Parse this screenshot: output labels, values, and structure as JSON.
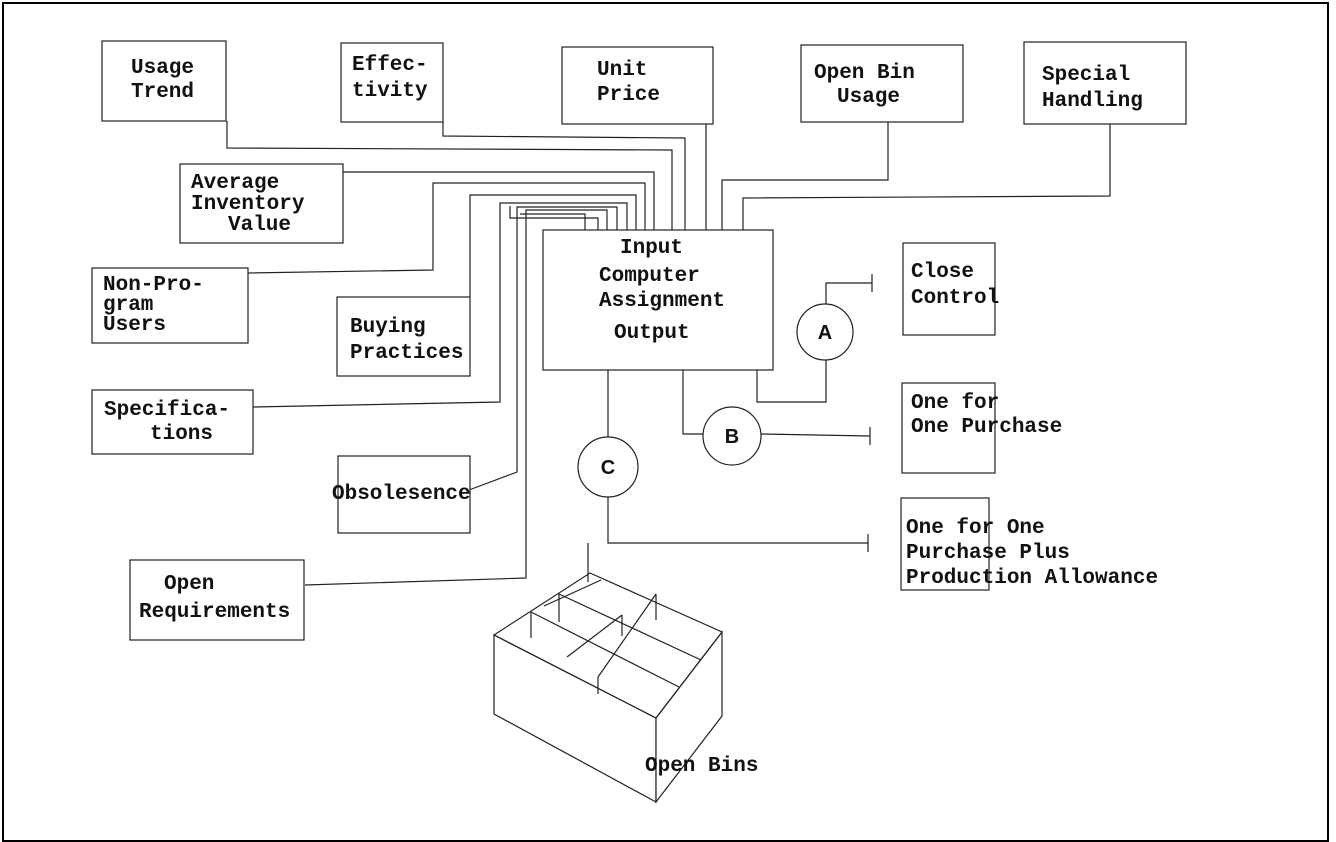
{
  "boxes": {
    "usage_trend": [
      "Usage",
      "Trend"
    ],
    "effectivity": [
      "Effec-",
      "tivity"
    ],
    "unit_price": [
      "Unit",
      "Price"
    ],
    "open_bin_usage": [
      "Open Bin",
      "Usage"
    ],
    "special_handling": [
      "Special",
      "Handling"
    ],
    "average_inventory_value": [
      "Average",
      "Inventory",
      "Value"
    ],
    "non_program_users": [
      "Non-Pro-",
      "gram",
      "Users"
    ],
    "buying_practices": [
      "Buying",
      "Practices"
    ],
    "specifications": [
      "Specifica-",
      "tions"
    ],
    "obsolesence": [
      "Obsolesence"
    ],
    "open_requirements": [
      "Open",
      "Requirements"
    ],
    "computer": [
      "Input",
      "Computer",
      "Assignment",
      "Output"
    ],
    "close_control": [
      "Close",
      "Control"
    ],
    "one_for_one": [
      "One for",
      "One Purchase"
    ],
    "one_for_one_plus": [
      "One for One",
      "Purchase Plus",
      "Production Allowance"
    ]
  },
  "circles": {
    "a": "A",
    "b": "B",
    "c": "C"
  },
  "open_bins_label": "Open Bins"
}
